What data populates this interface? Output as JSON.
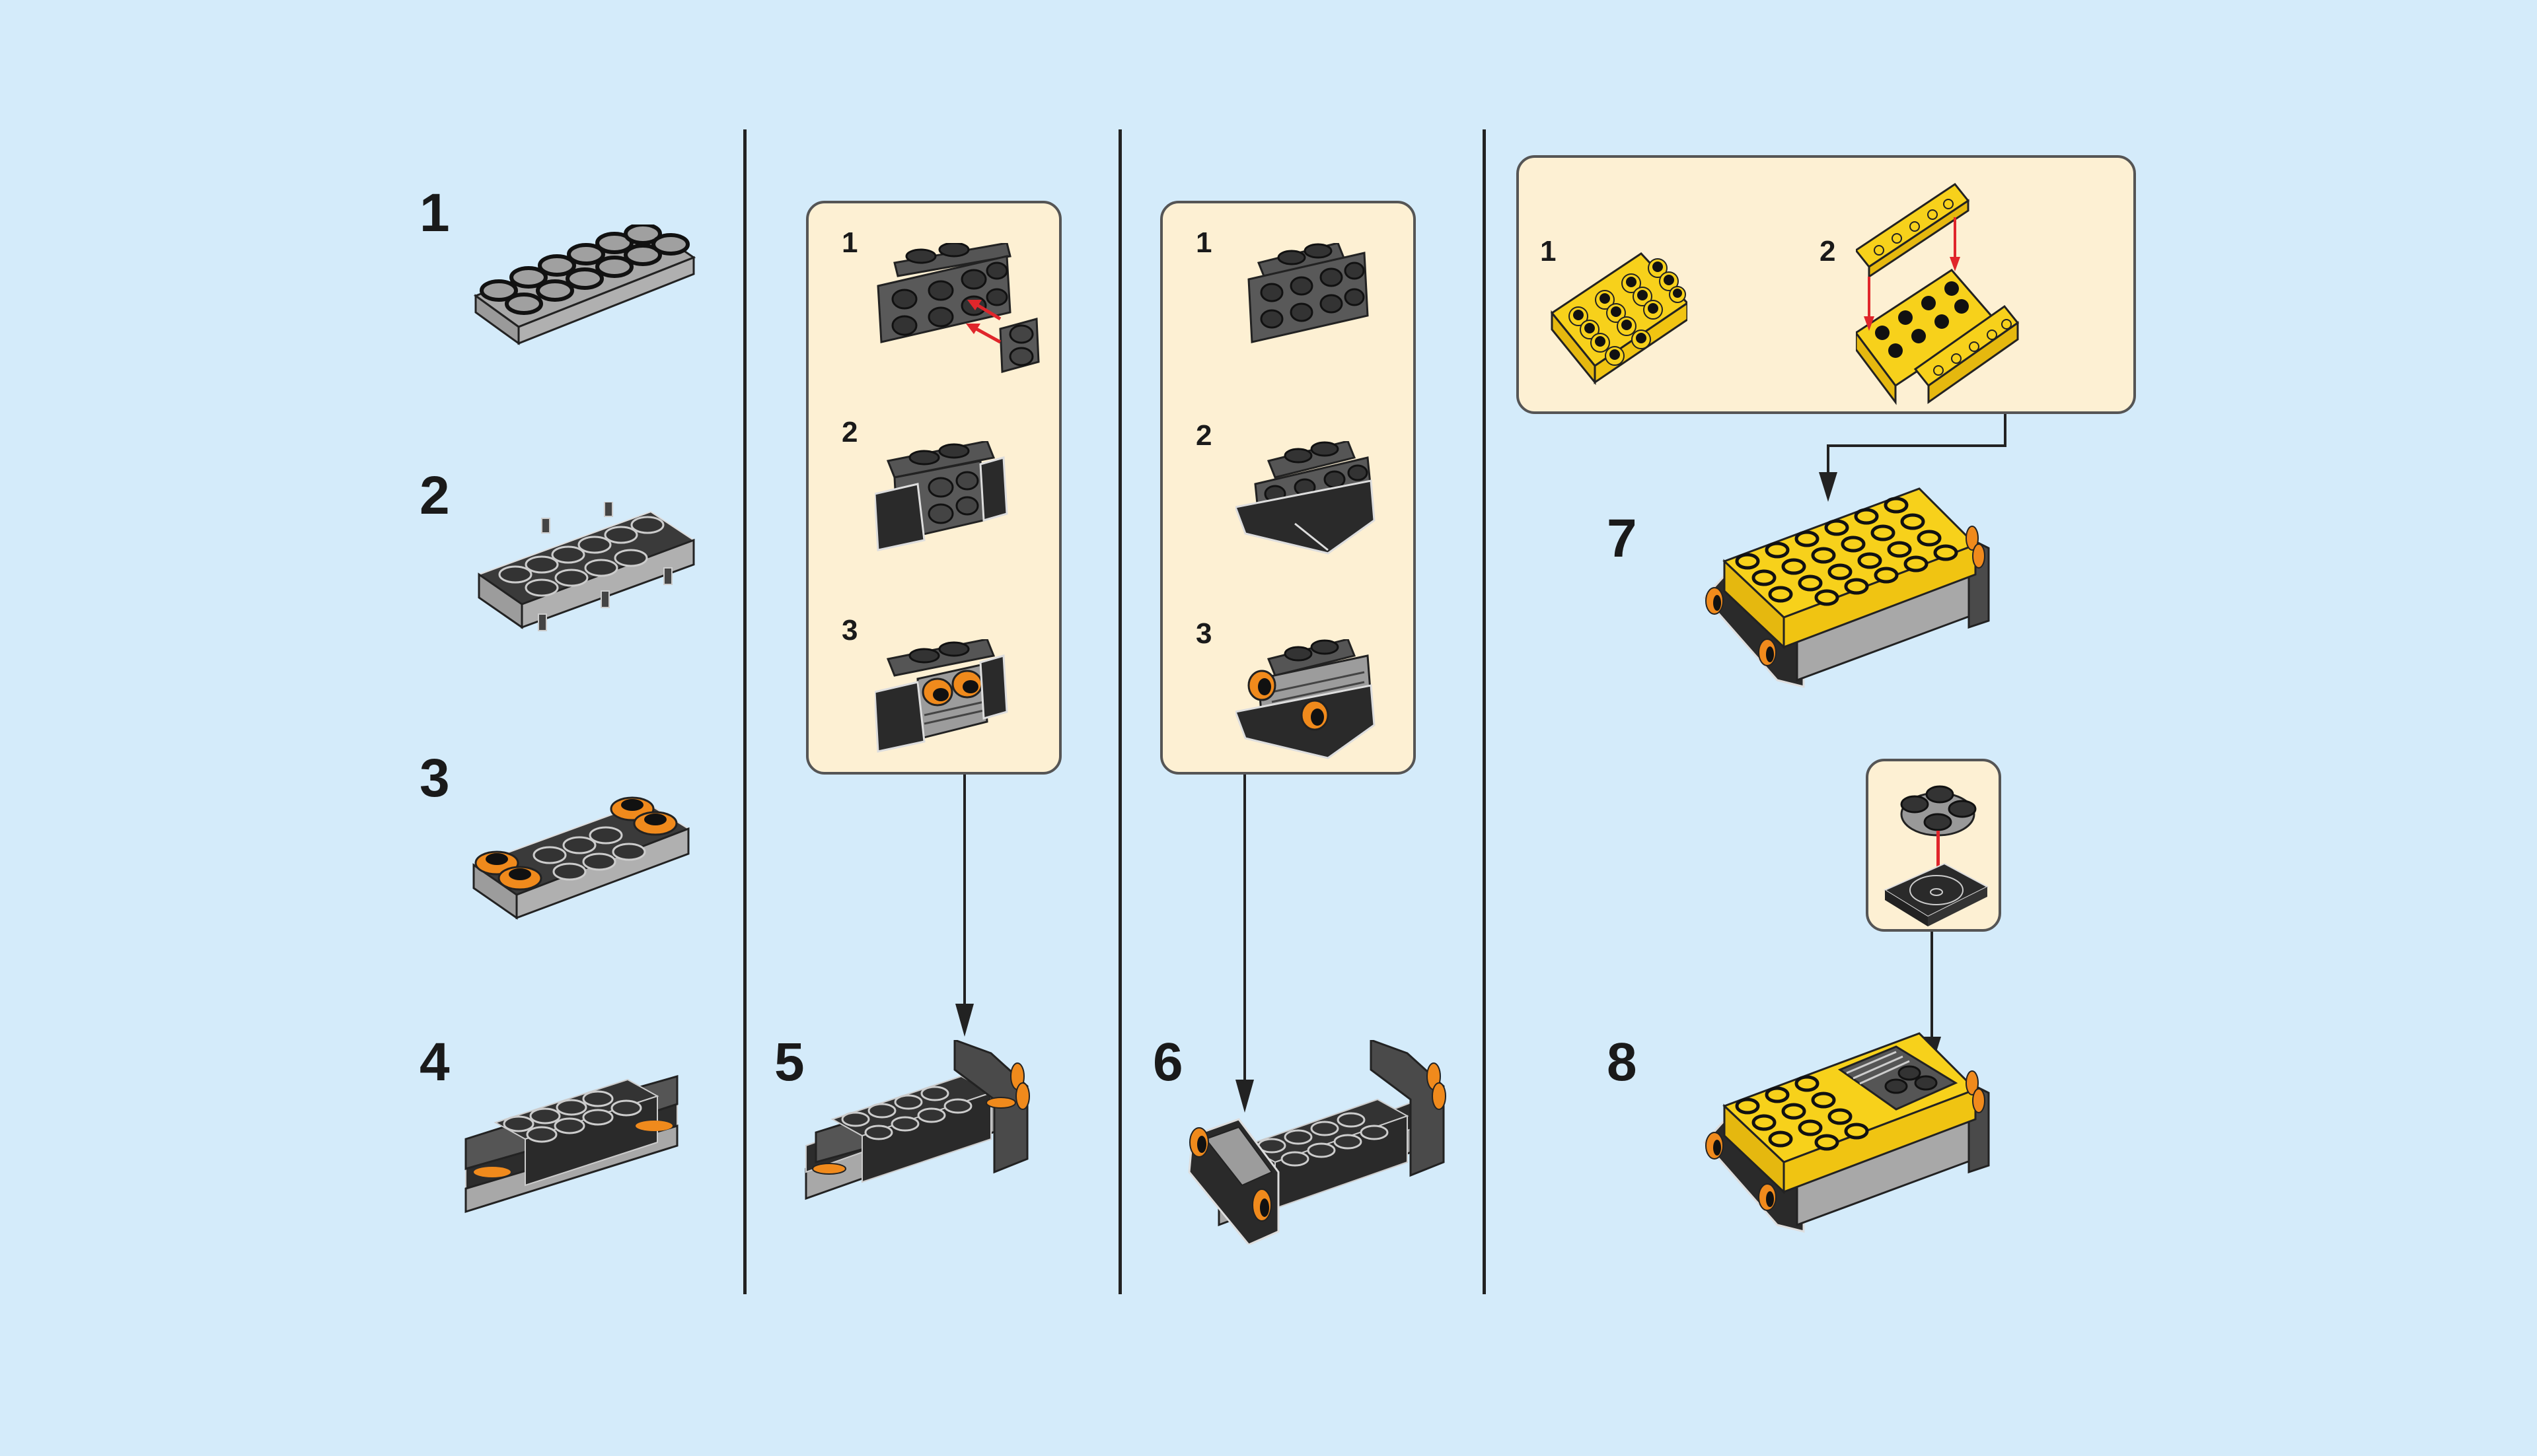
{
  "page": {
    "background": "#d4ebfa",
    "callout_background": "#fdf0d3",
    "colors": {
      "dark_gray": "#3a3a3a",
      "light_gray": "#9c9c9c",
      "orange": "#f08a1c",
      "yellow": "#f7d11b",
      "arrow_red": "#e0262b"
    }
  },
  "steps": [
    {
      "number": "1",
      "description": "gray 2x6 plate"
    },
    {
      "number": "2",
      "description": "black base with axle pins"
    },
    {
      "number": "3",
      "description": "orange round plates added"
    },
    {
      "number": "4",
      "description": "black bricks on top"
    },
    {
      "number": "5",
      "description": "rear assembly attached"
    },
    {
      "number": "6",
      "description": "front assembly attached"
    },
    {
      "number": "7",
      "description": "yellow plate roof attached"
    },
    {
      "number": "8",
      "description": "turntable plate added"
    }
  ],
  "callouts": {
    "rear_assembly": {
      "substeps": [
        {
          "number": "1"
        },
        {
          "number": "2"
        },
        {
          "number": "3"
        }
      ]
    },
    "front_assembly": {
      "substeps": [
        {
          "number": "1"
        },
        {
          "number": "2"
        },
        {
          "number": "3"
        }
      ]
    },
    "roof_assembly": {
      "substeps": [
        {
          "number": "1"
        },
        {
          "number": "2"
        }
      ]
    },
    "turntable": {
      "substeps": []
    }
  }
}
